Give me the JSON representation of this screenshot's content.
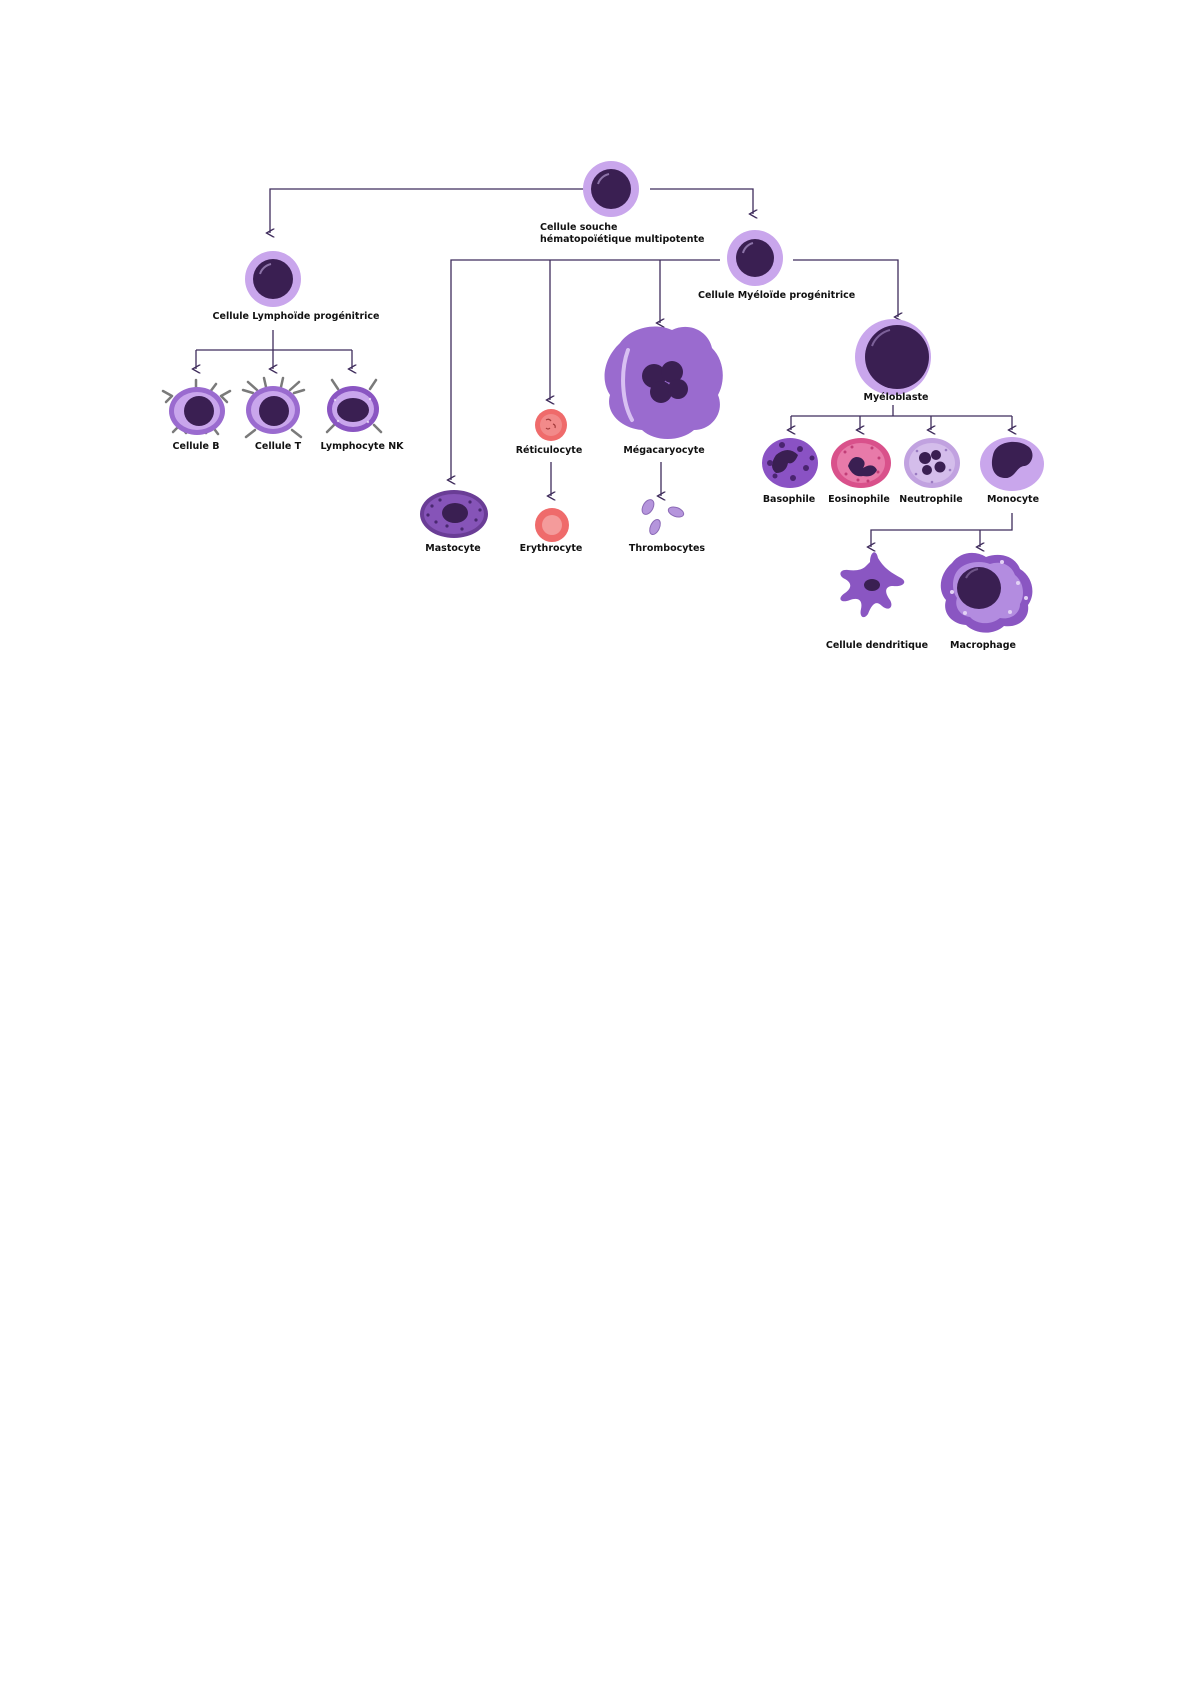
{
  "colors": {
    "connector": "#3f2c5c",
    "cell_light": "#c9a6ec",
    "cell_mid": "#9a6bcf",
    "cell_dark": "#7a4bb0",
    "nucleus": "#3a1f52",
    "red_cell": "#ef6b6b",
    "eosinophil": "#d9518b"
  },
  "labels": {
    "stem": "Cellule souche hématopoïétique multipotente",
    "lymphoid": "Cellule Lymphoïde progénitrice",
    "myeloid": "Cellule Myéloïde progénitrice",
    "b_cell": "Cellule B",
    "t_cell": "Cellule T",
    "nk": "Lymphocyte NK",
    "mastocyte": "Mastocyte",
    "reticulocyte": "Réticulocyte",
    "erythrocyte": "Erythrocyte",
    "megakaryocyte": "Mégacaryocyte",
    "thrombocytes": "Thrombocytes",
    "myeloblast": "Myéloblaste",
    "basophil": "Basophile",
    "eosinophil": "Eosinophile",
    "neutrophil": "Neutrophile",
    "monocyte": "Monocyte",
    "dendritic": "Cellule dendritique",
    "macrophage": "Macrophage"
  }
}
